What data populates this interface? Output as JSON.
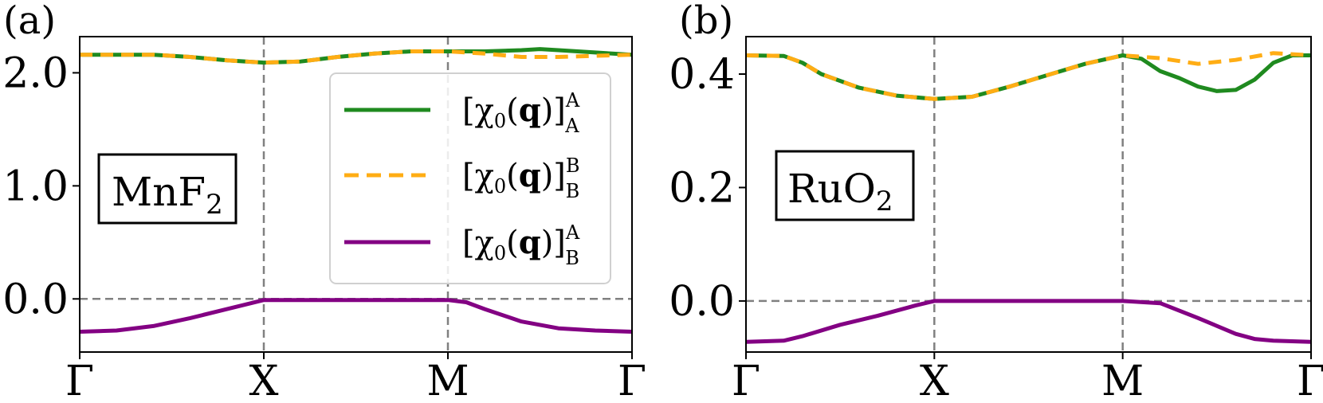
{
  "colors": {
    "green": "#1f8a1f",
    "orange": "#ffad14",
    "purple": "#830083",
    "guide": "#808080"
  },
  "legend": {
    "entries": [
      {
        "main": "[χ",
        "sub0": "0",
        "arg": "(",
        "q": "q",
        "close": ")]",
        "sup": "A",
        "sub": "A",
        "color": "green",
        "style": "solid"
      },
      {
        "main": "[χ",
        "sub0": "0",
        "arg": "(",
        "q": "q",
        "close": ")]",
        "sup": "B",
        "sub": "B",
        "color": "orange",
        "style": "dashed"
      },
      {
        "main": "[χ",
        "sub0": "0",
        "arg": "(",
        "q": "q",
        "close": ")]",
        "sup": "A",
        "sub": "B",
        "color": "purple",
        "style": "solid"
      }
    ]
  },
  "chart_data": [
    {
      "type": "line",
      "panel_label": "(a)",
      "material": {
        "base": "MnF",
        "sub": "2"
      },
      "xticks": [
        "Γ",
        "X",
        "M",
        "Γ"
      ],
      "yticks": [
        "0.0",
        "1.0",
        "2.0"
      ],
      "ytick_values": [
        0.0,
        1.0,
        2.0
      ],
      "ylim": [
        -0.47,
        2.32
      ],
      "xlim": [
        0,
        3
      ],
      "guides": {
        "vertical_x": [
          1,
          2
        ],
        "horizontal_y": 0.0
      },
      "series": [
        {
          "name": "[χ0(q)]A A",
          "color": "green",
          "style": "solid",
          "x": [
            0,
            0.2,
            0.4,
            0.6,
            0.8,
            1.0,
            1.2,
            1.4,
            1.6,
            1.8,
            2.0,
            2.2,
            2.4,
            2.5,
            2.6,
            2.8,
            3.0
          ],
          "y": [
            2.16,
            2.16,
            2.16,
            2.14,
            2.11,
            2.09,
            2.1,
            2.14,
            2.17,
            2.19,
            2.19,
            2.19,
            2.2,
            2.21,
            2.2,
            2.18,
            2.16
          ]
        },
        {
          "name": "[χ0(q)]B B",
          "color": "orange",
          "style": "dashed",
          "x": [
            0,
            0.2,
            0.4,
            0.6,
            0.8,
            1.0,
            1.2,
            1.4,
            1.6,
            1.8,
            2.0,
            2.2,
            2.4,
            2.6,
            2.8,
            3.0
          ],
          "y": [
            2.16,
            2.16,
            2.16,
            2.14,
            2.11,
            2.09,
            2.1,
            2.14,
            2.17,
            2.19,
            2.19,
            2.17,
            2.14,
            2.14,
            2.15,
            2.16
          ]
        },
        {
          "name": "[χ0(q)]A B",
          "color": "purple",
          "style": "solid",
          "x": [
            0,
            0.2,
            0.4,
            0.6,
            0.8,
            1.0,
            1.2,
            1.4,
            1.6,
            1.8,
            2.0,
            2.1,
            2.2,
            2.4,
            2.6,
            2.8,
            3.0
          ],
          "y": [
            -0.29,
            -0.28,
            -0.24,
            -0.17,
            -0.09,
            -0.01,
            -0.01,
            -0.01,
            -0.01,
            -0.01,
            -0.01,
            -0.03,
            -0.09,
            -0.2,
            -0.26,
            -0.28,
            -0.29
          ]
        }
      ]
    },
    {
      "type": "line",
      "panel_label": "(b)",
      "material": {
        "base": "RuO",
        "sub": "2"
      },
      "xticks": [
        "Γ",
        "X",
        "M",
        "Γ"
      ],
      "yticks": [
        "0.0",
        "0.2",
        "0.4"
      ],
      "ytick_values": [
        0.0,
        0.2,
        0.4
      ],
      "ylim": [
        -0.09,
        0.466
      ],
      "xlim": [
        0,
        3
      ],
      "guides": {
        "vertical_x": [
          1,
          2
        ],
        "horizontal_y": 0.0
      },
      "series": [
        {
          "name": "[χ0(q)]A A",
          "color": "green",
          "style": "solid",
          "x": [
            0,
            0.2,
            0.3,
            0.4,
            0.6,
            0.8,
            1.0,
            1.2,
            1.4,
            1.6,
            1.8,
            2.0,
            2.1,
            2.2,
            2.3,
            2.4,
            2.5,
            2.6,
            2.7,
            2.8,
            2.9,
            3.0
          ],
          "y": [
            0.433,
            0.432,
            0.42,
            0.4,
            0.376,
            0.362,
            0.356,
            0.36,
            0.378,
            0.398,
            0.418,
            0.433,
            0.427,
            0.405,
            0.393,
            0.378,
            0.37,
            0.372,
            0.39,
            0.42,
            0.433,
            0.433
          ]
        },
        {
          "name": "[χ0(q)]B B",
          "color": "orange",
          "style": "dashed",
          "x": [
            0,
            0.2,
            0.3,
            0.4,
            0.6,
            0.8,
            1.0,
            1.2,
            1.4,
            1.6,
            1.8,
            2.0,
            2.2,
            2.4,
            2.6,
            2.8,
            3.0
          ],
          "y": [
            0.433,
            0.432,
            0.42,
            0.4,
            0.376,
            0.362,
            0.356,
            0.36,
            0.378,
            0.398,
            0.418,
            0.433,
            0.428,
            0.418,
            0.425,
            0.437,
            0.433
          ]
        },
        {
          "name": "[χ0(q)]A B",
          "color": "purple",
          "style": "solid",
          "x": [
            0,
            0.2,
            0.3,
            0.5,
            0.7,
            0.9,
            1.0,
            1.2,
            1.4,
            1.6,
            1.8,
            2.0,
            2.2,
            2.4,
            2.6,
            2.7,
            2.8,
            3.0
          ],
          "y": [
            -0.072,
            -0.07,
            -0.062,
            -0.042,
            -0.026,
            -0.008,
            0.0,
            0.0,
            0.0,
            0.0,
            0.0,
            0.0,
            -0.004,
            -0.03,
            -0.058,
            -0.067,
            -0.07,
            -0.072
          ]
        }
      ]
    }
  ]
}
